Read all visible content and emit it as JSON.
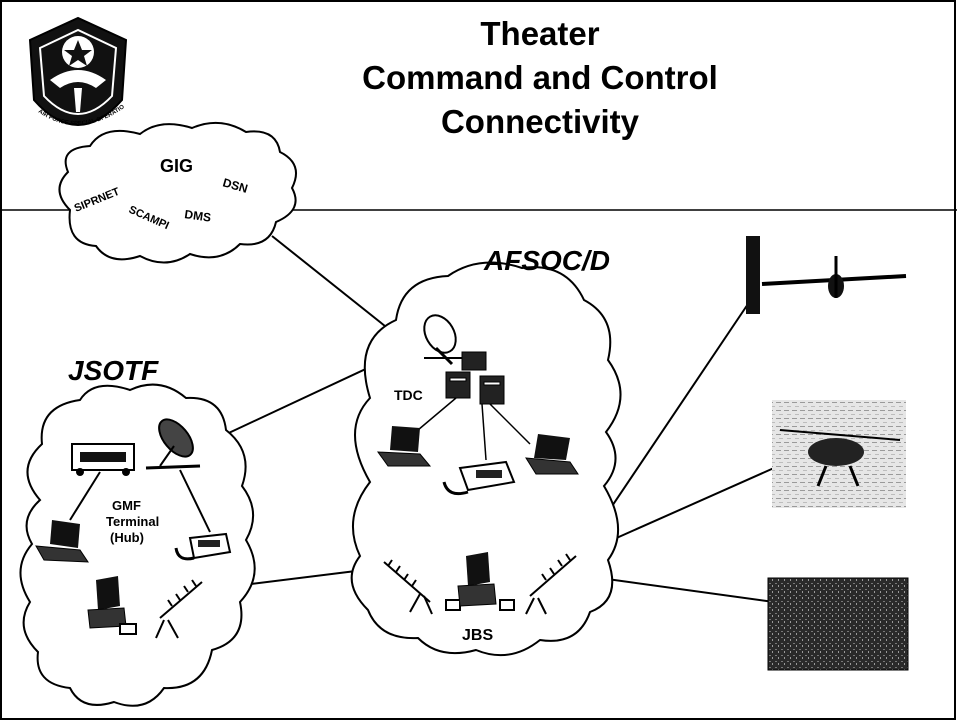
{
  "title": {
    "line1": "Theater",
    "line2": "Command and Control",
    "line3": "Connectivity"
  },
  "gig_cloud": {
    "title": "GIG",
    "items": [
      "SIPRNET",
      "SCAMPI",
      "DMS",
      "DSN"
    ]
  },
  "afsoc_cloud": {
    "title": "AFSOC/D",
    "node_tdc": "TDC",
    "node_jbs": "JBS"
  },
  "jsotf_cloud": {
    "title": "JSOTF",
    "gmf_line1": "GMF",
    "gmf_line2": "Terminal",
    "gmf_line3": "(Hub)"
  },
  "logo": {
    "text": "AIR FORCE SPECIAL OPERATIONS COMMAND"
  },
  "photos": {
    "aircraft": "aircraft-photo",
    "helicopter": "helicopter-photo",
    "troops": "ground-troops-photo"
  },
  "colors": {
    "ink": "#000000",
    "background": "#ffffff",
    "photo_dark": "#1a1a1a"
  }
}
